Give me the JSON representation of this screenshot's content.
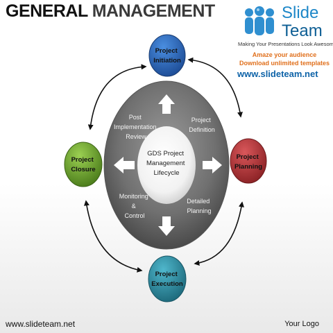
{
  "header": {
    "title_part1": "GENERAL",
    "title_part2": "MANAGEMENT"
  },
  "brand": {
    "wordmark_line1": "Slide",
    "wordmark_line2": "Team",
    "tagline": "Making Your Presentations Look Awesome",
    "promo_line1": "Amaze your audience",
    "promo_line2": "Download unlimited templates",
    "url": "www.slideteam.net",
    "colors": {
      "blue": "#1d87c8",
      "orange": "#e0701d"
    }
  },
  "diagram": {
    "center_label": [
      "GDS Project",
      "Management",
      "Lifecycle"
    ],
    "ring_labels": [
      {
        "id": "definition",
        "lines": [
          "Project",
          "Definition"
        ]
      },
      {
        "id": "planning",
        "lines": [
          "Detailed",
          "Planning"
        ]
      },
      {
        "id": "monitoring",
        "lines": [
          "Monitoring",
          "&",
          "Control"
        ]
      },
      {
        "id": "review",
        "lines": [
          "Post",
          "Implementation",
          "Review"
        ]
      }
    ],
    "nodes": [
      {
        "id": "initiation",
        "lines": [
          "Project",
          "Initiation"
        ],
        "color": "#1f4f99"
      },
      {
        "id": "planning",
        "lines": [
          "Project",
          "Planning"
        ],
        "color": "#9e2a2d"
      },
      {
        "id": "execution",
        "lines": [
          "Project",
          "Execution"
        ],
        "color": "#247a8c"
      },
      {
        "id": "closure",
        "lines": [
          "Project",
          "Closure"
        ],
        "color": "#5e8f26"
      }
    ]
  },
  "footer": {
    "url": "www.slideteam.net",
    "logo": "Your Logo"
  }
}
